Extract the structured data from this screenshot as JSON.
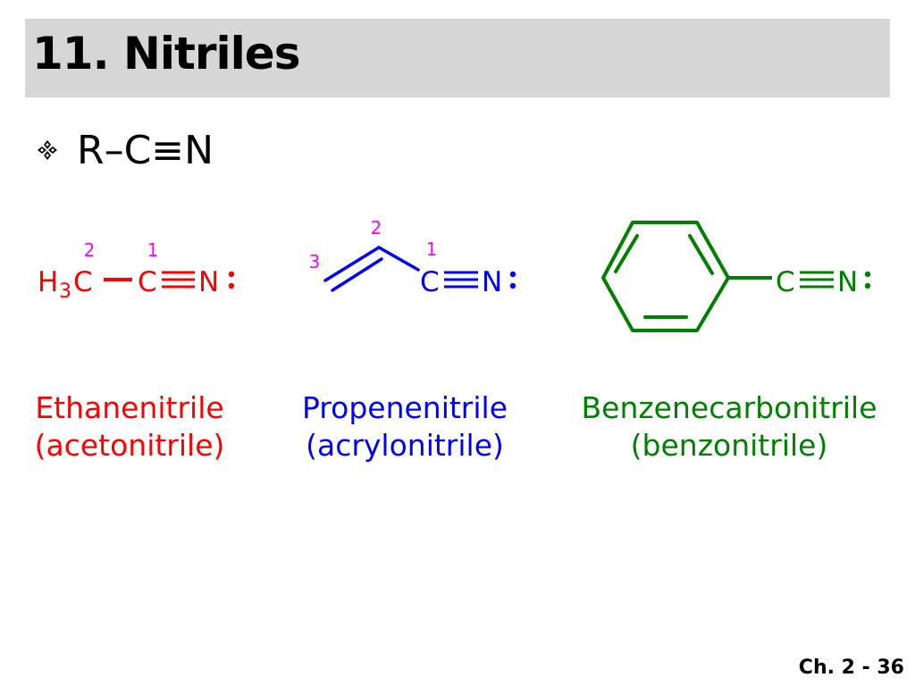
{
  "slide": {
    "title": "11. Nitriles",
    "bullet_text": "R–C≡N",
    "page_number": "Ch. 2 - 36"
  },
  "icons": {
    "bullet": "four-diamond-bullet-icon"
  },
  "colors": {
    "red": "#ff0000",
    "blue": "#0000ff",
    "green": "#008000",
    "magenta": "#ff00ff",
    "title_bg": "#d6d6d6"
  },
  "molecules": [
    {
      "name": "Ethanenitrile",
      "common_name": "(acetonitrile)",
      "atom_h": "H",
      "atom_h_sub": "3",
      "atom_c_methyl": "C",
      "atom_c": "C",
      "atom_n": "N",
      "num_c2": "2",
      "num_c1": "1"
    },
    {
      "name": "Propenenitrile",
      "common_name": "(acrylonitrile)",
      "atom_c": "C",
      "atom_n": "N",
      "num_c3": "3",
      "num_c2": "2",
      "num_c1": "1"
    },
    {
      "name": "Benzenecarbonitrile",
      "common_name": "(benzonitrile)",
      "atom_c": "C",
      "atom_n": "N"
    }
  ]
}
